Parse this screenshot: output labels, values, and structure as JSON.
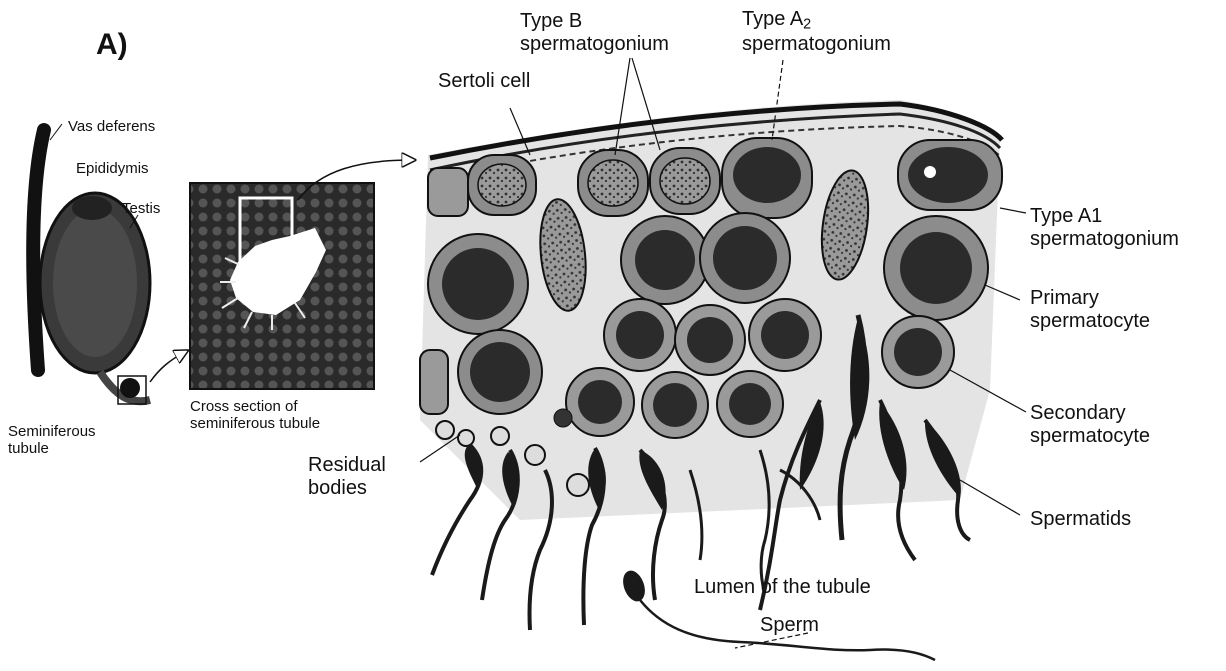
{
  "panel_label": "A)",
  "labels": {
    "vas_deferens": "Vas deferens",
    "epididymis": "Epididymis",
    "testis": "Testis",
    "seminiferous_tubule_1": "Seminiferous",
    "seminiferous_tubule_2": "tubule",
    "cross_section_1": "Cross section of",
    "cross_section_2": "seminiferous tubule",
    "sertoli_cell": "Sertoli cell",
    "type_b_1": "Type B",
    "type_b_2": "spermatogonium",
    "type_a2_1": "Type A",
    "type_a2_sub": "2",
    "type_a2_2": "spermatogonium",
    "type_a1_1": "Type A1",
    "type_a1_2": "spermatogonium",
    "primary_1": "Primary",
    "primary_2": "spermatocyte",
    "secondary_1": "Secondary",
    "secondary_2": "spermatocyte",
    "spermatids": "Spermatids",
    "residual_1": "Residual",
    "residual_2": "bodies",
    "lumen": "Lumen of the tubule",
    "sperm": "Sperm"
  },
  "colors": {
    "dark": "#1a1a1a",
    "cytoplasm": "#8c8c8c",
    "cytoplasm_light": "#b5b5b5",
    "nucleus": "#2b2b2b",
    "stroma": "#e9e9e9"
  }
}
